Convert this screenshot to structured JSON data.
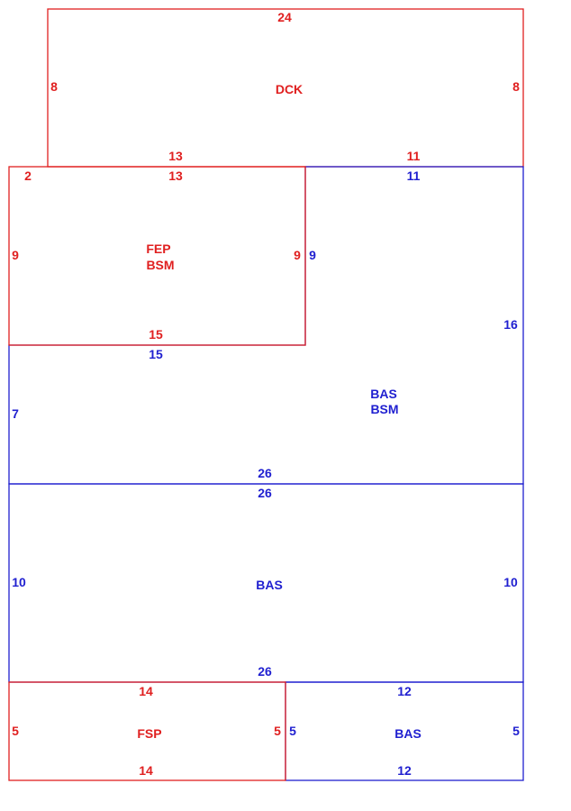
{
  "colors": {
    "red": "#e02020",
    "blue": "#1f1fd0"
  },
  "areas": {
    "dck": {
      "label": "DCK",
      "top": "24",
      "left": "8",
      "right": "8",
      "bottom_left": "13",
      "bottom_right": "11"
    },
    "fep": {
      "label_line1": "FEP",
      "label_line2": "BSM",
      "corner": "2",
      "top": "13",
      "left": "9",
      "right": "9",
      "bottom": "15"
    },
    "bas_bsm": {
      "label_line1": "BAS",
      "label_line2": "BSM",
      "top": "11",
      "inner_left": "9",
      "under_fep": "15",
      "left": "7",
      "right": "16",
      "bottom": "26"
    },
    "bas_main": {
      "label": "BAS",
      "top": "26",
      "left": "10",
      "right": "10",
      "bottom": "26"
    },
    "fsp": {
      "label": "FSP",
      "top": "14",
      "left": "5",
      "right": "5",
      "bottom": "14"
    },
    "bas_small": {
      "label": "BAS",
      "top": "12",
      "left": "5",
      "right": "5",
      "bottom": "12"
    }
  }
}
